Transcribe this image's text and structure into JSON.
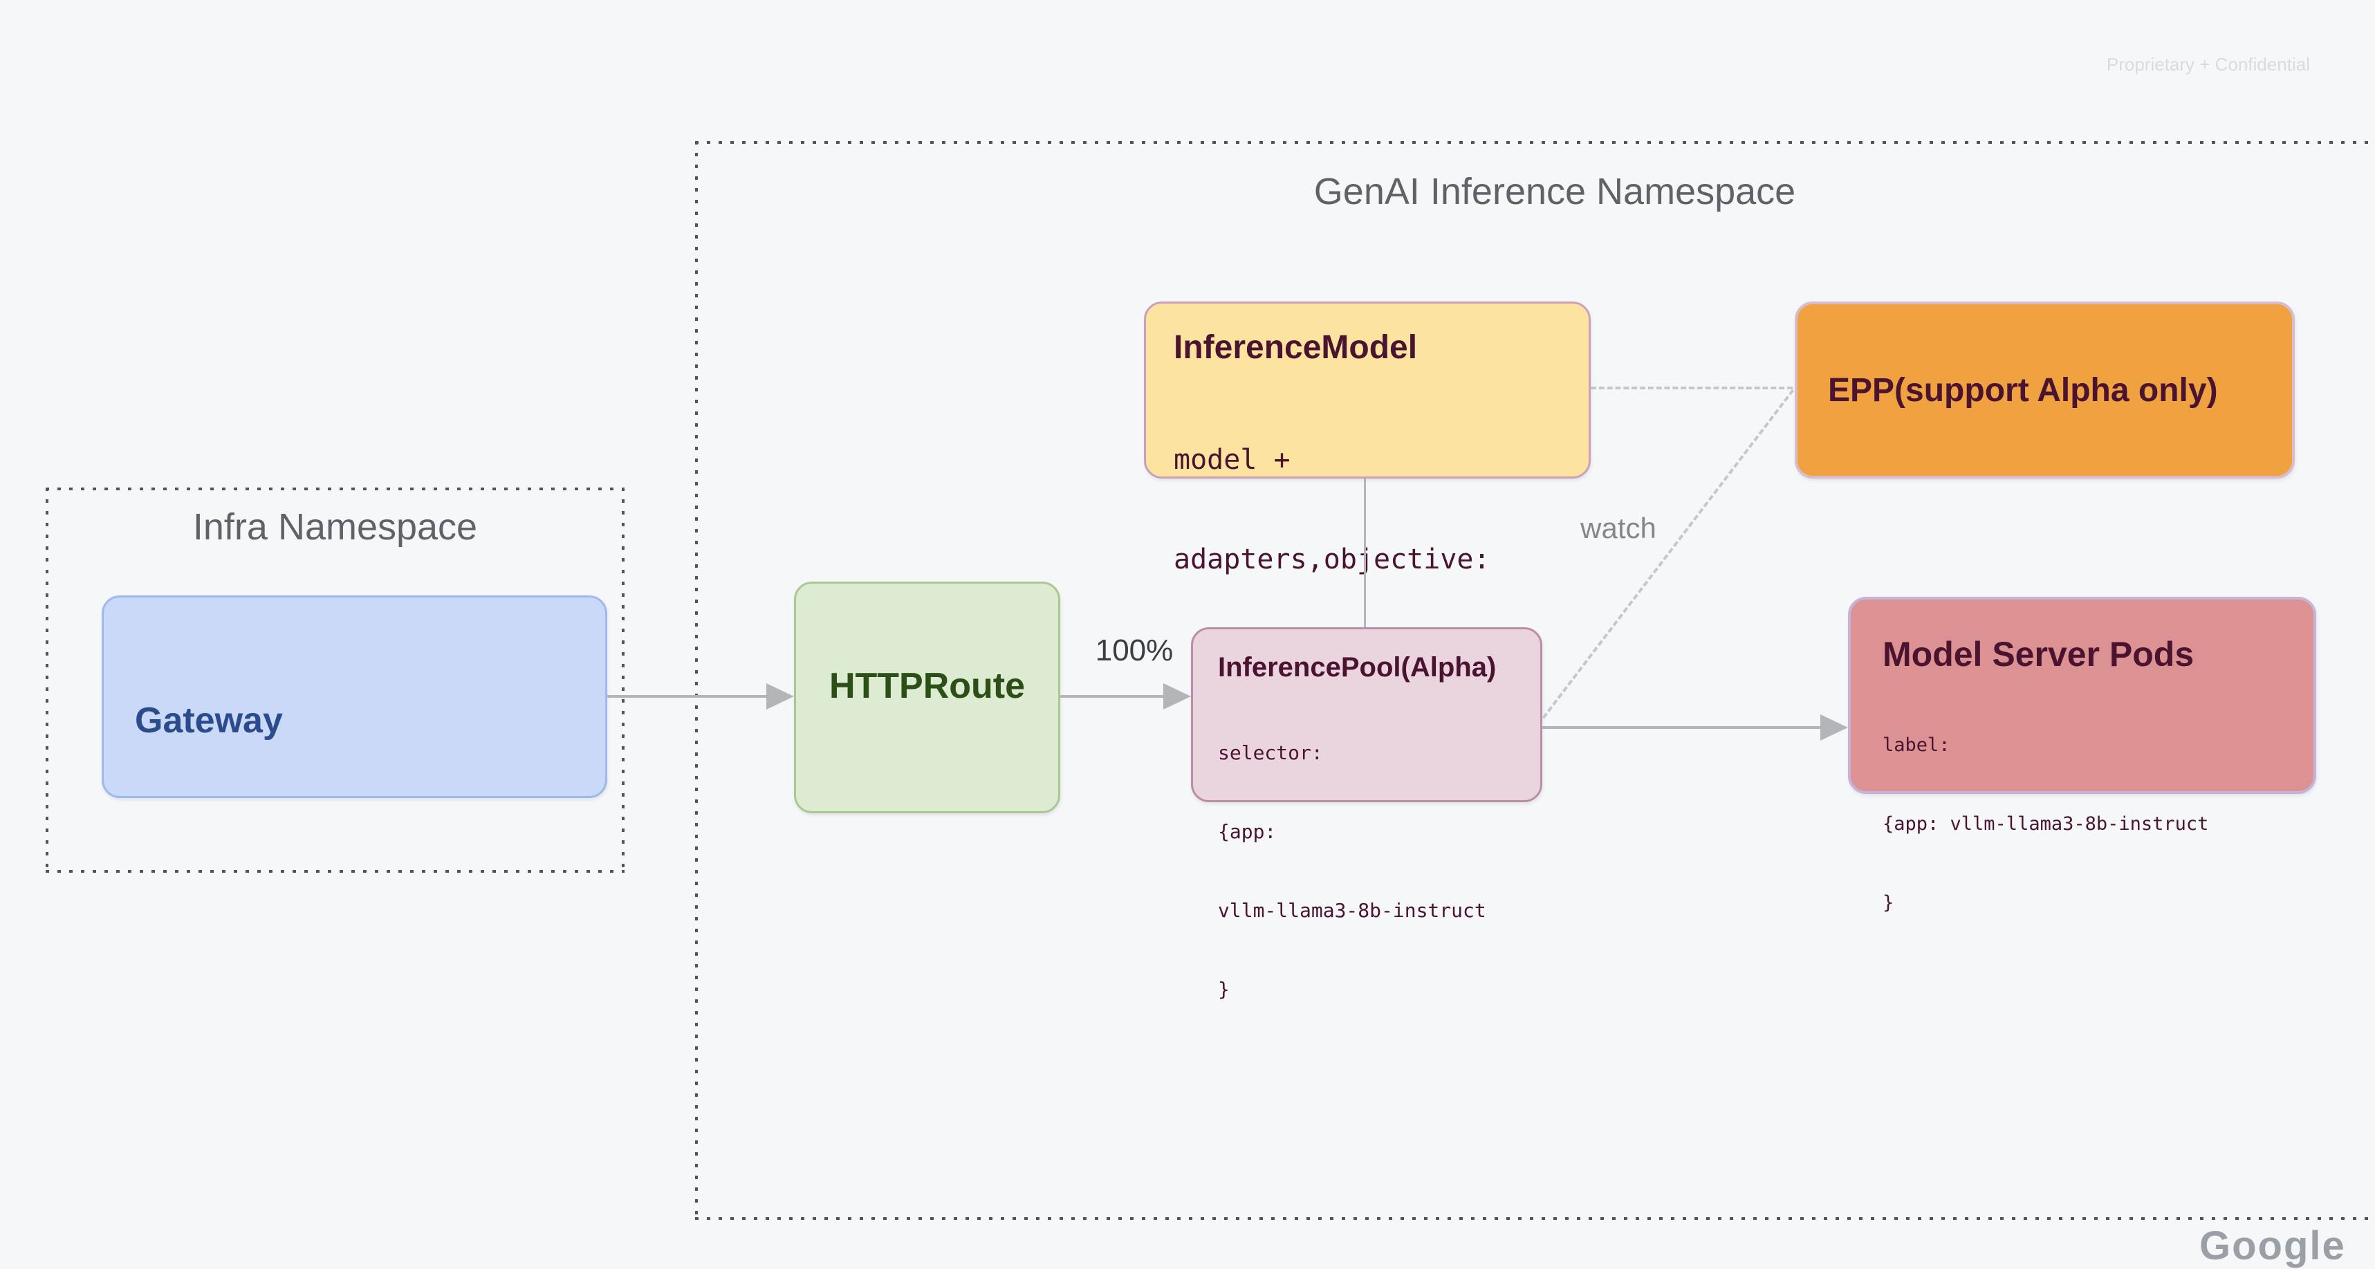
{
  "watermark": "Proprietary + Confidential",
  "brand_fragment": "Google",
  "namespaces": {
    "infra": "Infra Namespace",
    "genai": "GenAI Inference Namespace"
  },
  "nodes": {
    "gateway": {
      "title": "Gateway"
    },
    "httproute": {
      "title": "HTTPRoute"
    },
    "inference_model": {
      "title": "InferenceModel",
      "lines": [
        "model +",
        "adapters,objective:"
      ]
    },
    "epp": {
      "title": "EPP(support Alpha only)"
    },
    "inference_pool": {
      "title": "InferencePool(Alpha)",
      "lines": [
        "selector:",
        "{app:",
        "vllm-llama3-8b-instruct",
        "}"
      ]
    },
    "model_server_pods": {
      "title": "Model Server Pods",
      "lines": [
        "label:",
        "{app: vllm-llama3-8b-instruct",
        "}"
      ]
    }
  },
  "edge_labels": {
    "route_weight": "100%",
    "watch": "watch"
  },
  "colors": {
    "background": "#f6f7f9",
    "gateway_fill": "#c9d9f7",
    "gateway_border": "#9db9ee",
    "gateway_text": "#2b4c8c",
    "httproute_fill": "#dcebd1",
    "httproute_border": "#a9c893",
    "httproute_text": "#2c4e17",
    "inference_model_fill": "#fce4a0",
    "inference_model_border": "#c9a2ba",
    "epp_fill": "#f0a140",
    "epp_border": "#d9bccb",
    "inference_pool_fill": "#ead5df",
    "inference_pool_border": "#b98ea6",
    "model_server_pods_fill": "#dc9292",
    "model_server_pods_border": "#c6b3d7",
    "dark_text": "#4a1430",
    "namespace_title": "#5f6368",
    "arrow": "#b3b6b9",
    "dashed_line": "#c4c7cb",
    "dotted_border": "#515458",
    "watermark_text": "#d9dbde"
  }
}
